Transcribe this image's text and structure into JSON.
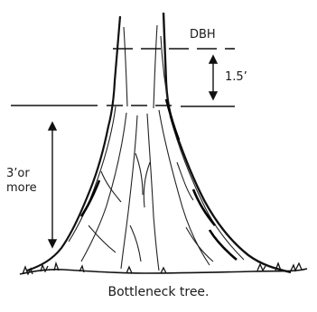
{
  "labels": {
    "dbh": "DBH",
    "small_interval": "1.5’",
    "large_interval_line1": "3’or",
    "large_interval_line2": "more"
  },
  "caption": "Bottleneck tree."
}
